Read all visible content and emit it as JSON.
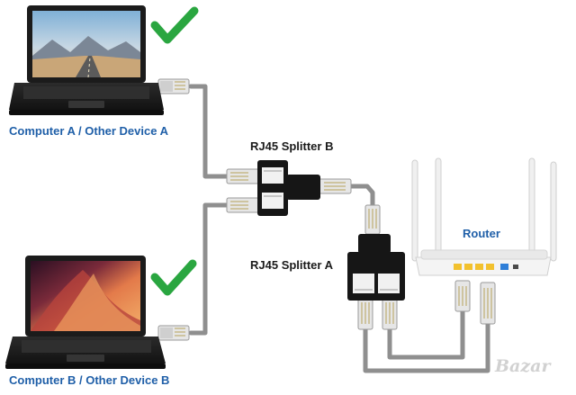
{
  "labels": {
    "computer_a": "Computer A  / Other Device A",
    "computer_b": "Computer B  / Other Device B",
    "splitter_b": "RJ45 Splitter B",
    "splitter_a": "RJ45 Splitter A",
    "router": "Router"
  },
  "watermark": "Bazar",
  "colors": {
    "label_blue": "#1f5fa8",
    "check_green": "#2aa640",
    "cable_gray": "#8f8f8f",
    "splitter_black": "#161616",
    "router_white": "#f4f4f4",
    "router_port_yellow": "#f2c12e",
    "router_port_blue": "#2f7fd8"
  },
  "icons": {
    "laptop_a": "laptop-icon",
    "laptop_b": "laptop-icon",
    "check_a": "checkmark-icon",
    "check_b": "checkmark-icon",
    "splitter_a": "ethernet-splitter-icon",
    "splitter_b": "ethernet-splitter-icon",
    "router": "wifi-router-icon"
  }
}
